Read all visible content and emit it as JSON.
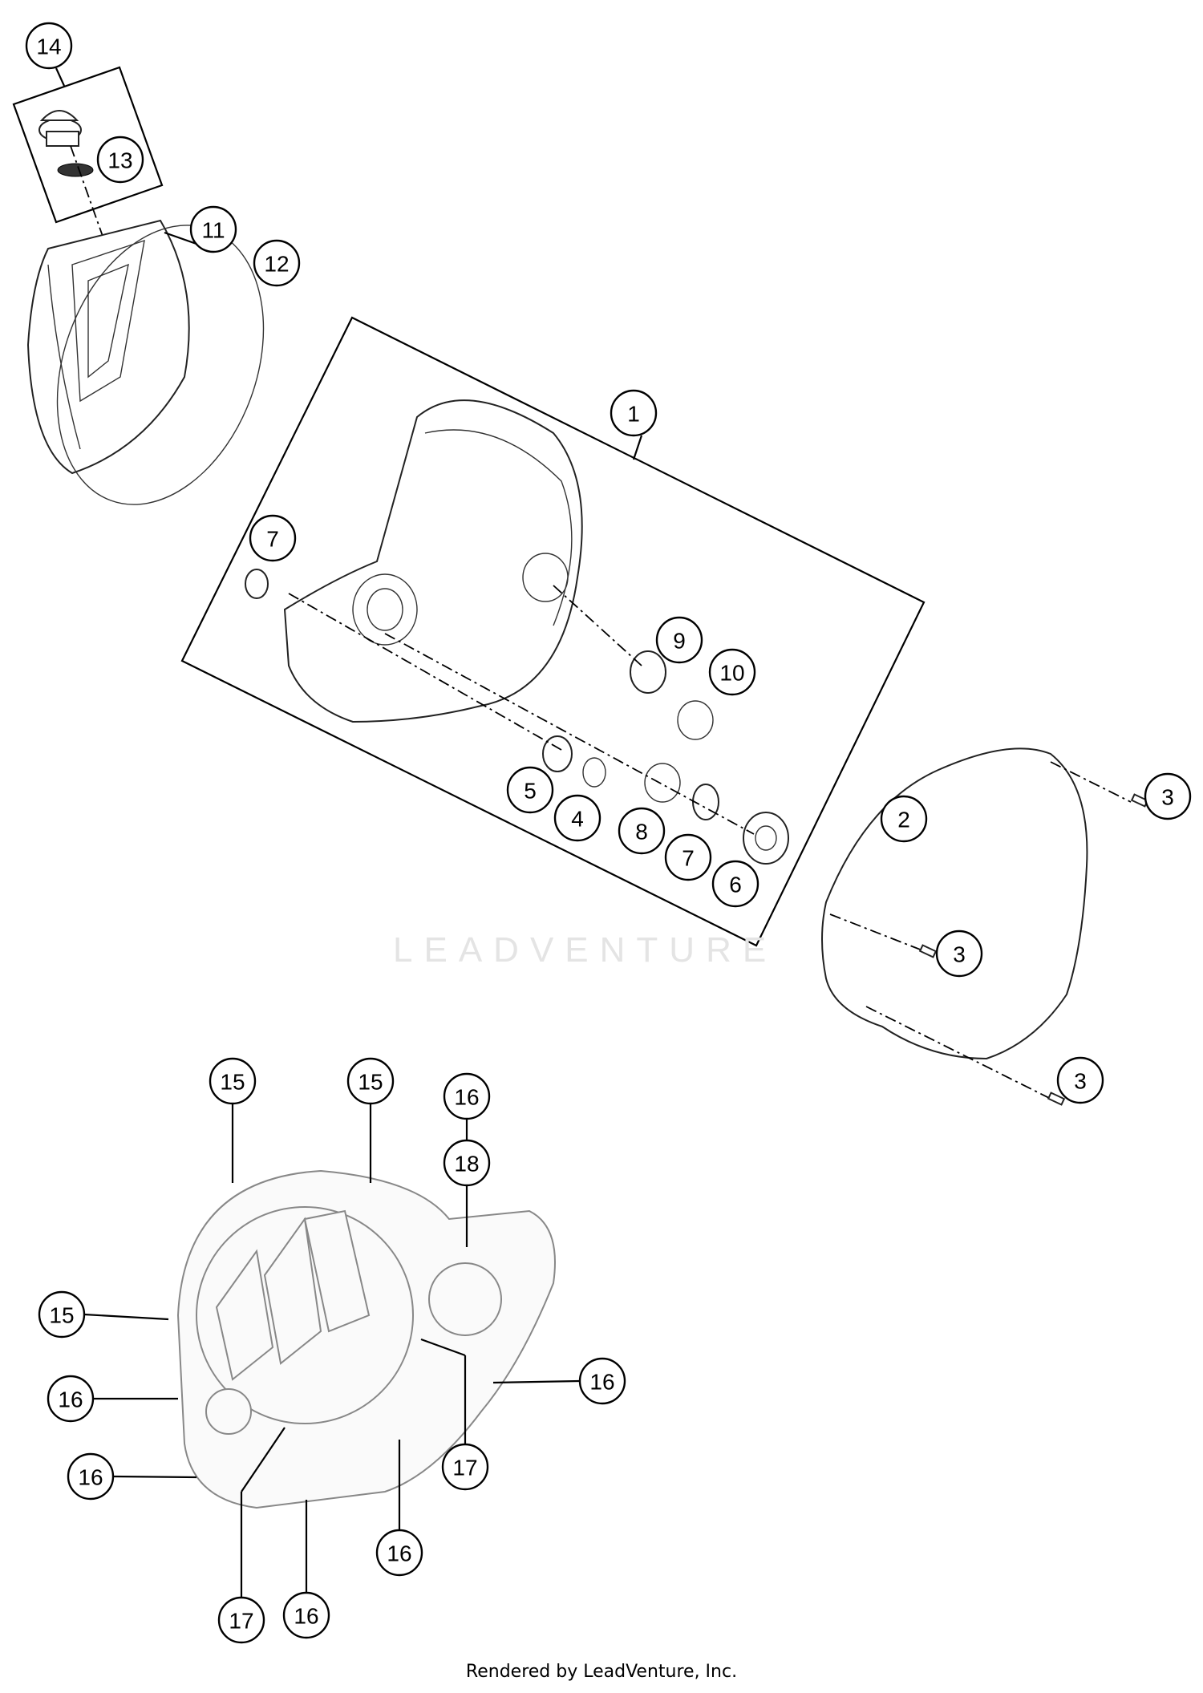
{
  "watermark": "LEADVENTURE",
  "footer": "Rendered by LeadVenture, Inc.",
  "callouts": [
    {
      "id": "14",
      "label": "14"
    },
    {
      "id": "13",
      "label": "13"
    },
    {
      "id": "11",
      "label": "11"
    },
    {
      "id": "12",
      "label": "12"
    },
    {
      "id": "1",
      "label": "1"
    },
    {
      "id": "7a",
      "label": "7"
    },
    {
      "id": "9",
      "label": "9"
    },
    {
      "id": "10",
      "label": "10"
    },
    {
      "id": "5",
      "label": "5"
    },
    {
      "id": "4",
      "label": "4"
    },
    {
      "id": "8",
      "label": "8"
    },
    {
      "id": "7b",
      "label": "7"
    },
    {
      "id": "6",
      "label": "6"
    },
    {
      "id": "2",
      "label": "2"
    },
    {
      "id": "3a",
      "label": "3"
    },
    {
      "id": "3b",
      "label": "3"
    },
    {
      "id": "3c",
      "label": "3"
    },
    {
      "id": "15a",
      "label": "15"
    },
    {
      "id": "15b",
      "label": "15"
    },
    {
      "id": "16a",
      "label": "16"
    },
    {
      "id": "18",
      "label": "18"
    },
    {
      "id": "15c",
      "label": "15"
    },
    {
      "id": "16b",
      "label": "16"
    },
    {
      "id": "16c",
      "label": "16"
    },
    {
      "id": "16d",
      "label": "16"
    },
    {
      "id": "17a",
      "label": "17"
    },
    {
      "id": "16e",
      "label": "16"
    },
    {
      "id": "17b",
      "label": "17"
    },
    {
      "id": "16f",
      "label": "16"
    }
  ]
}
